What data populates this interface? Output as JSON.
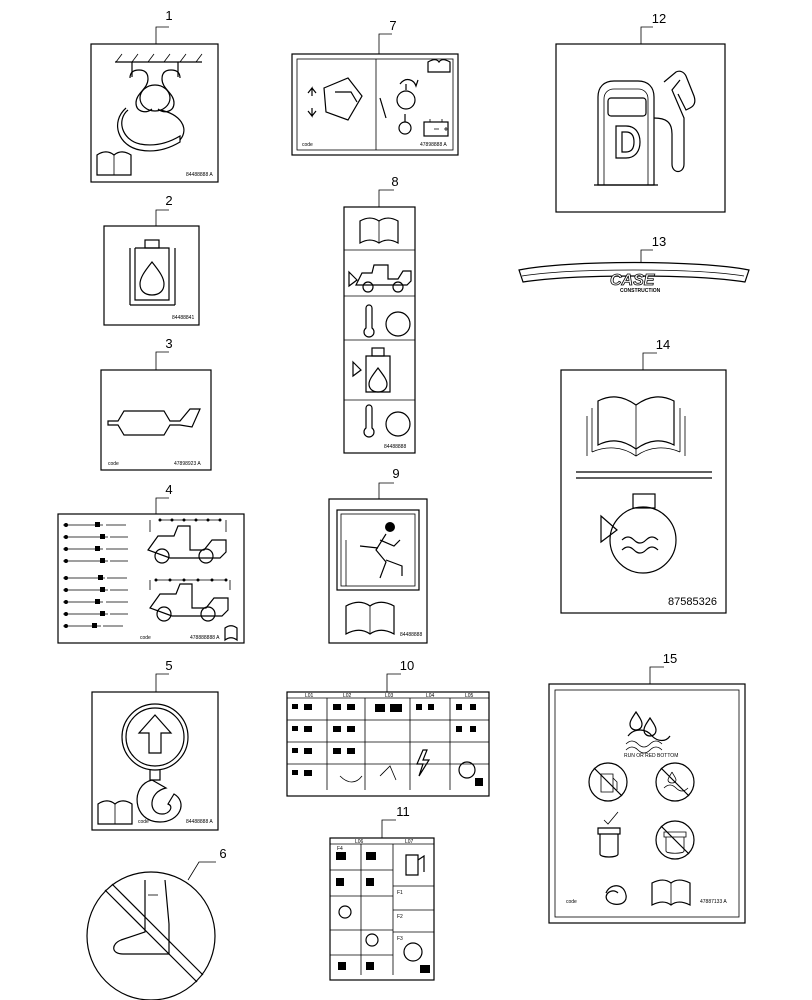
{
  "callouts": [
    "1",
    "2",
    "3",
    "4",
    "5",
    "6",
    "7",
    "8",
    "9",
    "10",
    "11",
    "12",
    "13",
    "14",
    "15"
  ],
  "decal_codes": {
    "d1": "84488888 A",
    "d2": "84488841",
    "d3_left": "code",
    "d3_right": "47898923 A",
    "d4_left": "code",
    "d4_right": "478888888 A",
    "d5_left": "code",
    "d5_right": "84488888 A",
    "d7_left": "code",
    "d7_right": "47898888 A",
    "d8": "84488888",
    "d9": "84488888",
    "d14": "87585326",
    "d15_left": "code",
    "d15_right": "47887133 A"
  },
  "d13_brand": "CASE",
  "d13_sub": "CONSTRUCTION",
  "d10_headers": [
    "L01",
    "L02",
    "L03",
    "L04",
    "L05"
  ],
  "d11_headers": [
    "L06",
    "L07"
  ],
  "d11_fuses": [
    "F1",
    "F2",
    "F3",
    "F4"
  ],
  "d15_small_text": "RUN OR RED BOTTOM",
  "icons": [
    "book-icon",
    "hook-icon",
    "fuel-pump-icon",
    "engine-coolant-icon",
    "hydraulic-oil-icon",
    "running-man-exit-icon",
    "loader-icon"
  ]
}
